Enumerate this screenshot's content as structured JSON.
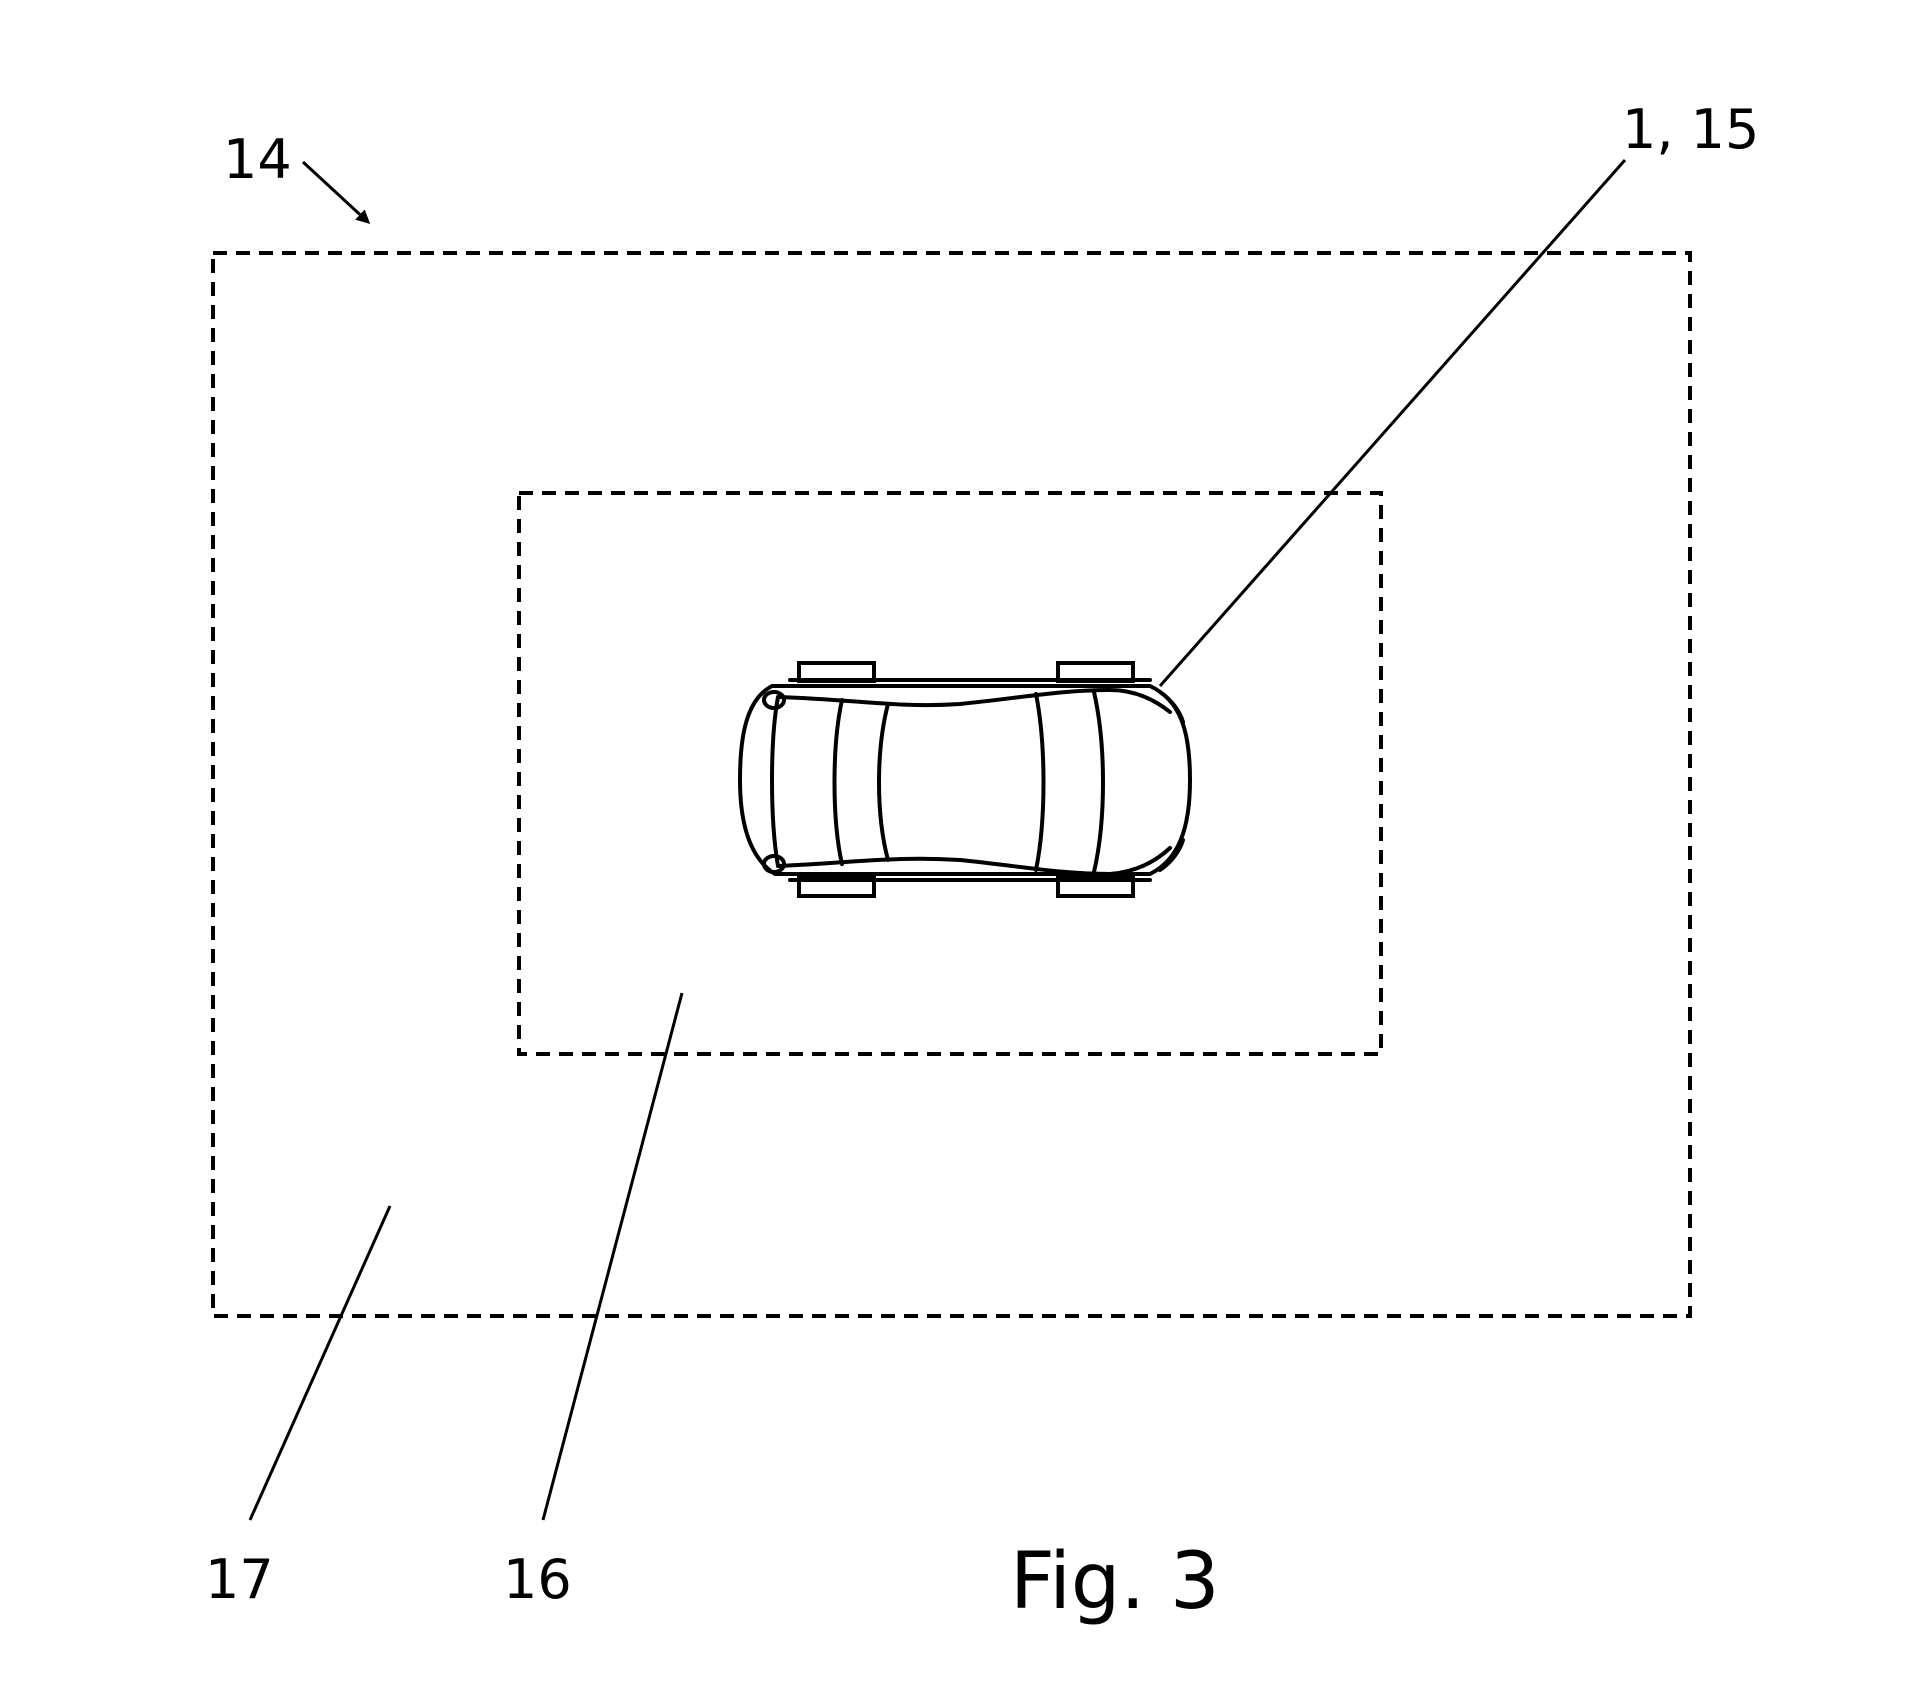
{
  "figure": {
    "caption": "Fig. 3",
    "labels": {
      "outer_zone": "14",
      "vehicle": "1, 15",
      "inner_zone": "16",
      "outer_region": "17"
    }
  }
}
